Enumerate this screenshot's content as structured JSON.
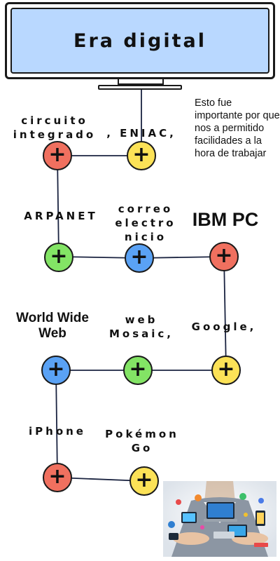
{
  "title": "Era digital",
  "note": "Esto fue importante por que nos a permitido facilidades a la hora de trabajar",
  "nodes": {
    "circuito": {
      "label": "circuito\nintegrado",
      "color": "#f0705f"
    },
    "eniac": {
      "label": ", ENIAC,",
      "color": "#fce257"
    },
    "arpanet": {
      "label": "ARPANET",
      "color": "#83e465"
    },
    "correo": {
      "label": "correo\nelectro\nnicio",
      "color": "#5aa2f5"
    },
    "ibm": {
      "label": "IBM PC",
      "color": "#f0705f"
    },
    "www": {
      "label": "World Wide\nWeb",
      "color": "#5aa2f5"
    },
    "mosaic": {
      "label": "web\nMosaic,",
      "color": "#83e465"
    },
    "google": {
      "label": "Google,",
      "color": "#fce257"
    },
    "iphone": {
      "label": "iPhone",
      "color": "#f0705f"
    },
    "pokemon": {
      "label": "Pokémon\nGo",
      "color": "#fce257"
    }
  },
  "node_symbol": "+",
  "connector_color": "#1a2340",
  "photo_icon": "technology-hands-photo"
}
